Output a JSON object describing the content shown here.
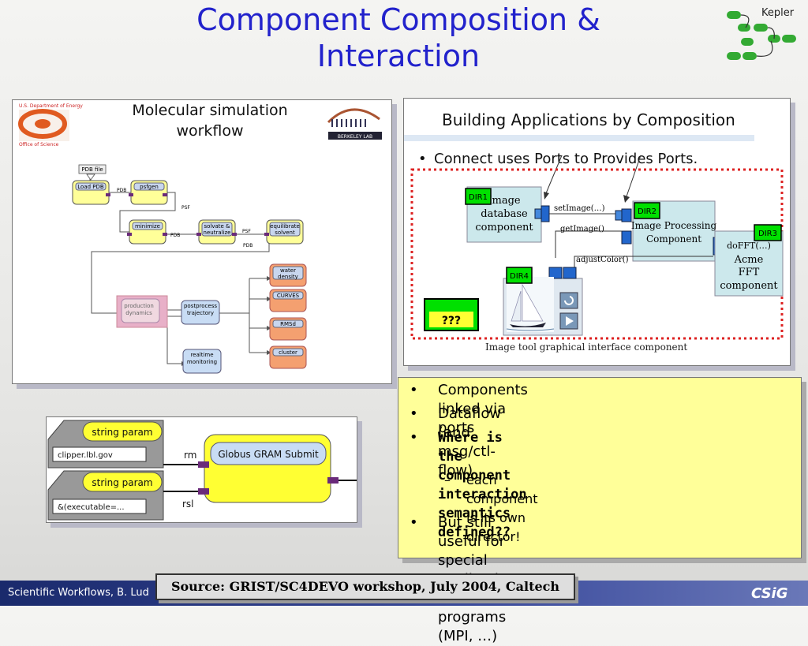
{
  "slide": {
    "title_line1": "Component Composition &",
    "title_line2": "Interaction",
    "logo_text": "Kepler"
  },
  "left_figure": {
    "title_line1": "Molecular simulation",
    "title_line2": "workflow",
    "doe_text": "U.S. Department of Energy",
    "office_text": "Office of Science",
    "lab_text": "BERKELEY LAB",
    "nodes": {
      "pdb_file": "PDB file",
      "load_pdb": "Load PDB",
      "psfgen": "psfgen",
      "minimize": "minimize",
      "solvate_line1": "solvate &",
      "solvate_line2": "neutralize",
      "equil_line1": "equilibrate",
      "equil_line2": "solvent",
      "prod_line1": "production",
      "prod_line2": "dynamics",
      "post_line1": "postprocess",
      "post_line2": "trajectory",
      "rt_line1": "realtime",
      "rt_line2": "monitoring",
      "water_line1": "water",
      "water_line2": "density",
      "curves": "CURVES",
      "rmsd": "RMSd",
      "cluster": "cluster"
    },
    "edge_labels": {
      "pdb1": "PDB",
      "psf1": "PSF",
      "pdb2": "PDB",
      "psf2": "PSF",
      "pdb3": "PDB"
    }
  },
  "right_figure": {
    "title": "Building Applications by Composition",
    "bullet": "Connect uses Ports to Provides Ports.",
    "image_db_line1": "Image",
    "image_db_line2": "database",
    "image_db_line3": "component",
    "ipc_line1": "Image Processing",
    "ipc_line2": "Component",
    "fft_line1": "doFFT(…)",
    "fft_line2": "Acme",
    "fft_line3": "FFT",
    "fft_line4": "component",
    "set_image": "setImage(…)",
    "get_image": "getImage()",
    "adjust_color": "adjustColor()",
    "caption": "Image tool graphical interface component",
    "dir1": "DIR1",
    "dir2": "DIR2",
    "dir3": "DIR3",
    "dir4": "DIR4",
    "unknown": "???"
  },
  "bottom_left_figure": {
    "param1_label": "string param",
    "param1_value": "clipper.lbl.gov",
    "param2_label": "string param",
    "param2_value": "&(executable=...",
    "port_rm": "rm",
    "port_rsl": "rsl",
    "actor": "Globus GRAM Submit"
  },
  "bullets": {
    "b1": "Components linked via ports",
    "b2": "Dataflow (and msg/ctl-flow)",
    "b3_line1": "Where is the component interaction",
    "b3_line2": "semantics defined??",
    "sub1": "each component is its own director!",
    "b4_line1": "But still useful for special applications,",
    "b4_line2": "e.g. parallel programs (MPI, …)",
    "bullet_char": "•",
    "dash_char": "–"
  },
  "footer": {
    "left_text": "Scientific Workflows, B. Lud",
    "source": "Source: GRIST/SC4DEVO workshop, July 2004, Caltech",
    "logo": "CSiG"
  },
  "colors": {
    "title_blue": "#2222cc",
    "dir_green": "#00e000",
    "port_blue": "#2266cc",
    "highlight_yellow": "#ffff99",
    "red_dotted": "#dd2222"
  }
}
